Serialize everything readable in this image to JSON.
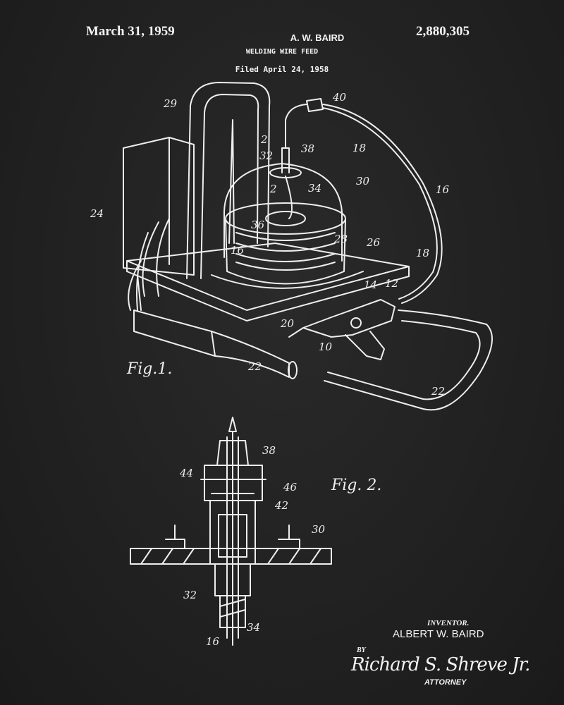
{
  "header": {
    "date": "March 31, 1959",
    "inventor_short": "A. W. BAIRD",
    "patent_number": "2,880,305",
    "title": "WELDING WIRE FEED",
    "filed": "Filed April 24, 1958"
  },
  "figure1": {
    "caption": "Fig.1.",
    "labels": [
      "29",
      "40",
      "2",
      "38",
      "32",
      "18",
      "2",
      "34",
      "30",
      "16",
      "24",
      "36",
      "28",
      "26",
      "16",
      "18",
      "14",
      "12",
      "20",
      "10",
      "22",
      "22"
    ]
  },
  "figure2": {
    "caption": "Fig. 2.",
    "labels": [
      "38",
      "44",
      "46",
      "42",
      "30",
      "32",
      "34",
      "16"
    ]
  },
  "footer": {
    "inventor_label": "INVENTOR.",
    "inventor_name": "ALBERT W. BAIRD",
    "by": "BY",
    "signature": "Richard S. Shreve Jr.",
    "attorney": "ATTORNEY"
  }
}
